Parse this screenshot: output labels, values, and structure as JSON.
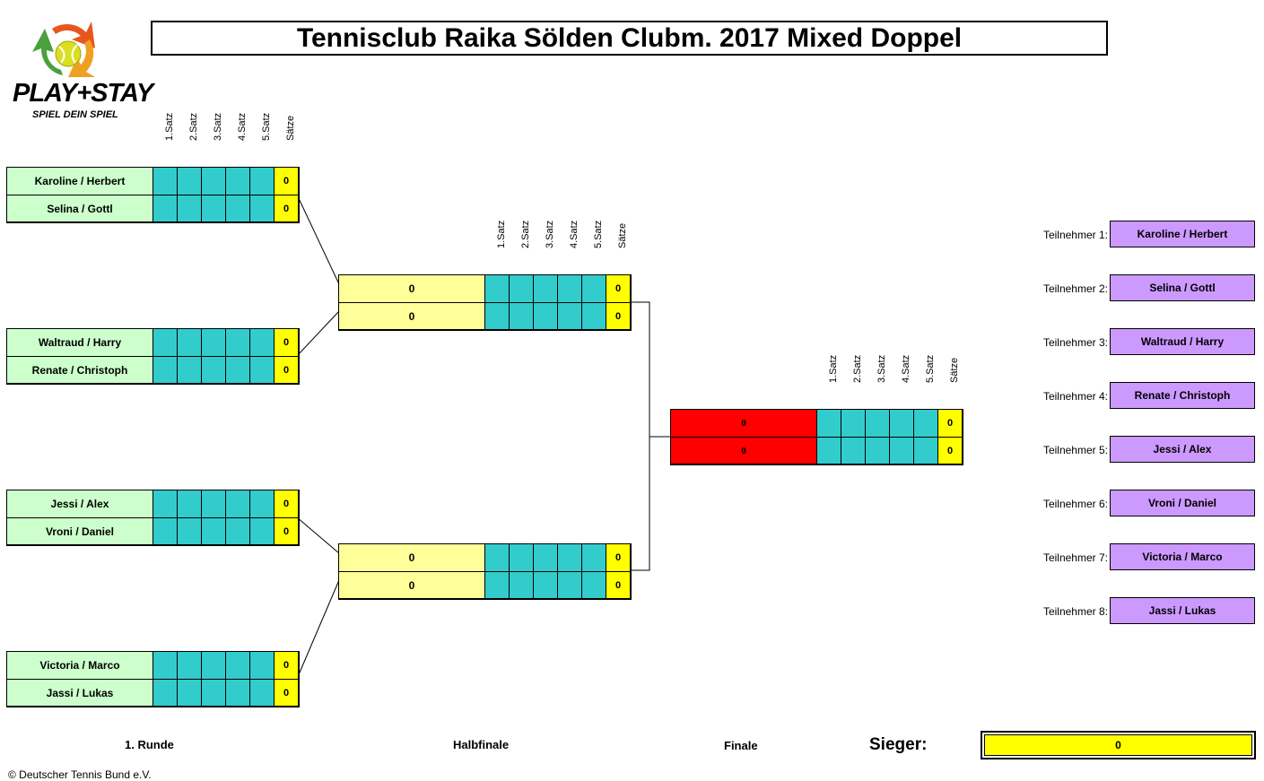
{
  "title": "Tennisclub Raika Sölden Clubm. 2017 Mixed Doppel",
  "logo": {
    "text": "PLAY+STAY",
    "subtitle": "SPIEL DEIN SPIEL"
  },
  "set_headers": [
    "1.Satz",
    "2.Satz",
    "3.Satz",
    "4.Satz",
    "5.Satz",
    "Sätze"
  ],
  "round1": [
    {
      "p1": "Karoline / Herbert",
      "p2": "Selina / Gottl",
      "s1": "0",
      "s2": "0"
    },
    {
      "p1": "Waltraud / Harry",
      "p2": "Renate / Christoph",
      "s1": "0",
      "s2": "0"
    },
    {
      "p1": "Jessi / Alex",
      "p2": "Vroni / Daniel",
      "s1": "0",
      "s2": "0"
    },
    {
      "p1": "Victoria / Marco",
      "p2": "Jassi / Lukas",
      "s1": "0",
      "s2": "0"
    }
  ],
  "semifinal": [
    {
      "p1": "0",
      "p2": "0",
      "s1": "0",
      "s2": "0"
    },
    {
      "p1": "0",
      "p2": "0",
      "s1": "0",
      "s2": "0"
    }
  ],
  "final": {
    "p1": "0",
    "p2": "0",
    "s1": "0",
    "s2": "0"
  },
  "participants": [
    {
      "label": "Teilnehmer 1:",
      "name": "Karoline / Herbert"
    },
    {
      "label": "Teilnehmer 2:",
      "name": "Selina / Gottl"
    },
    {
      "label": "Teilnehmer 3:",
      "name": "Waltraud / Harry"
    },
    {
      "label": "Teilnehmer 4:",
      "name": "Renate / Christoph"
    },
    {
      "label": "Teilnehmer 5:",
      "name": "Jessi / Alex"
    },
    {
      "label": "Teilnehmer 6:",
      "name": "Vroni / Daniel"
    },
    {
      "label": "Teilnehmer 7:",
      "name": "Victoria / Marco"
    },
    {
      "label": "Teilnehmer 8:",
      "name": "Jassi / Lukas"
    }
  ],
  "rounds": {
    "r1": "1. Runde",
    "sf": "Halbfinale",
    "final": "Finale"
  },
  "winner": {
    "label": "Sieger:",
    "value": "0"
  },
  "footer": "© Deutscher Tennis Bund e.V.",
  "colors": {
    "round1_name": "#ccffcc",
    "semifinal_name": "#ffff99",
    "final_name": "#ff0000",
    "set_cell": "#33cccc",
    "total_cell": "#ffff00",
    "participant": "#cc99ff"
  }
}
